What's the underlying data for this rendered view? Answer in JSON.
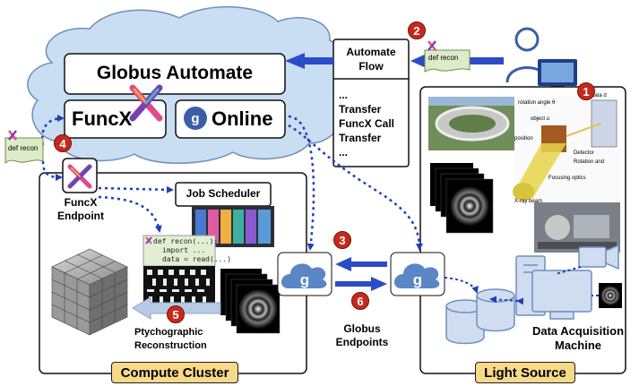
{
  "cloud": {
    "automate_title": "Globus Automate",
    "funcx_title": "FuncX",
    "online_title": "Online"
  },
  "automate_flow": {
    "title_line1": "Automate",
    "title_line2": "Flow",
    "steps": [
      "...",
      "Transfer",
      "FuncX Call",
      "Transfer",
      "..."
    ]
  },
  "snippets": {
    "def_recon_top": "def recon",
    "def_recon_left": "def recon",
    "code_lines": [
      "def recon(...):",
      "import ...",
      "data = read(...)"
    ]
  },
  "compute_cluster": {
    "title": "Compute Cluster",
    "funcx_endpoint_line1": "FuncX",
    "funcx_endpoint_line2": "Endpoint",
    "job_scheduler": "Job Scheduler",
    "ptycho_line1": "Ptychographic",
    "ptycho_line2": "Reconstruction"
  },
  "globus_endpoints": {
    "line1": "Globus",
    "line2": "Endpoints"
  },
  "light_source": {
    "title": "Light Source",
    "daq_line1": "Data Acquisition",
    "daq_line2": "Machine",
    "photo_labels": [
      "rotation angle θ",
      "data d",
      "object u",
      "Detector",
      "position",
      "Rotation and",
      "Focusing optics",
      "X-ray beam"
    ]
  },
  "badges": [
    "1",
    "2",
    "3",
    "4",
    "5",
    "6"
  ],
  "colors": {
    "arrow_blue": "#2b4cc7",
    "dotted_blue": "#1f3fb8",
    "cloud_fill": "#c9ddf3",
    "tag_fill": "#f7d98a",
    "badge_red": "#c42a1c",
    "globus_blue": "#5b86c6"
  }
}
